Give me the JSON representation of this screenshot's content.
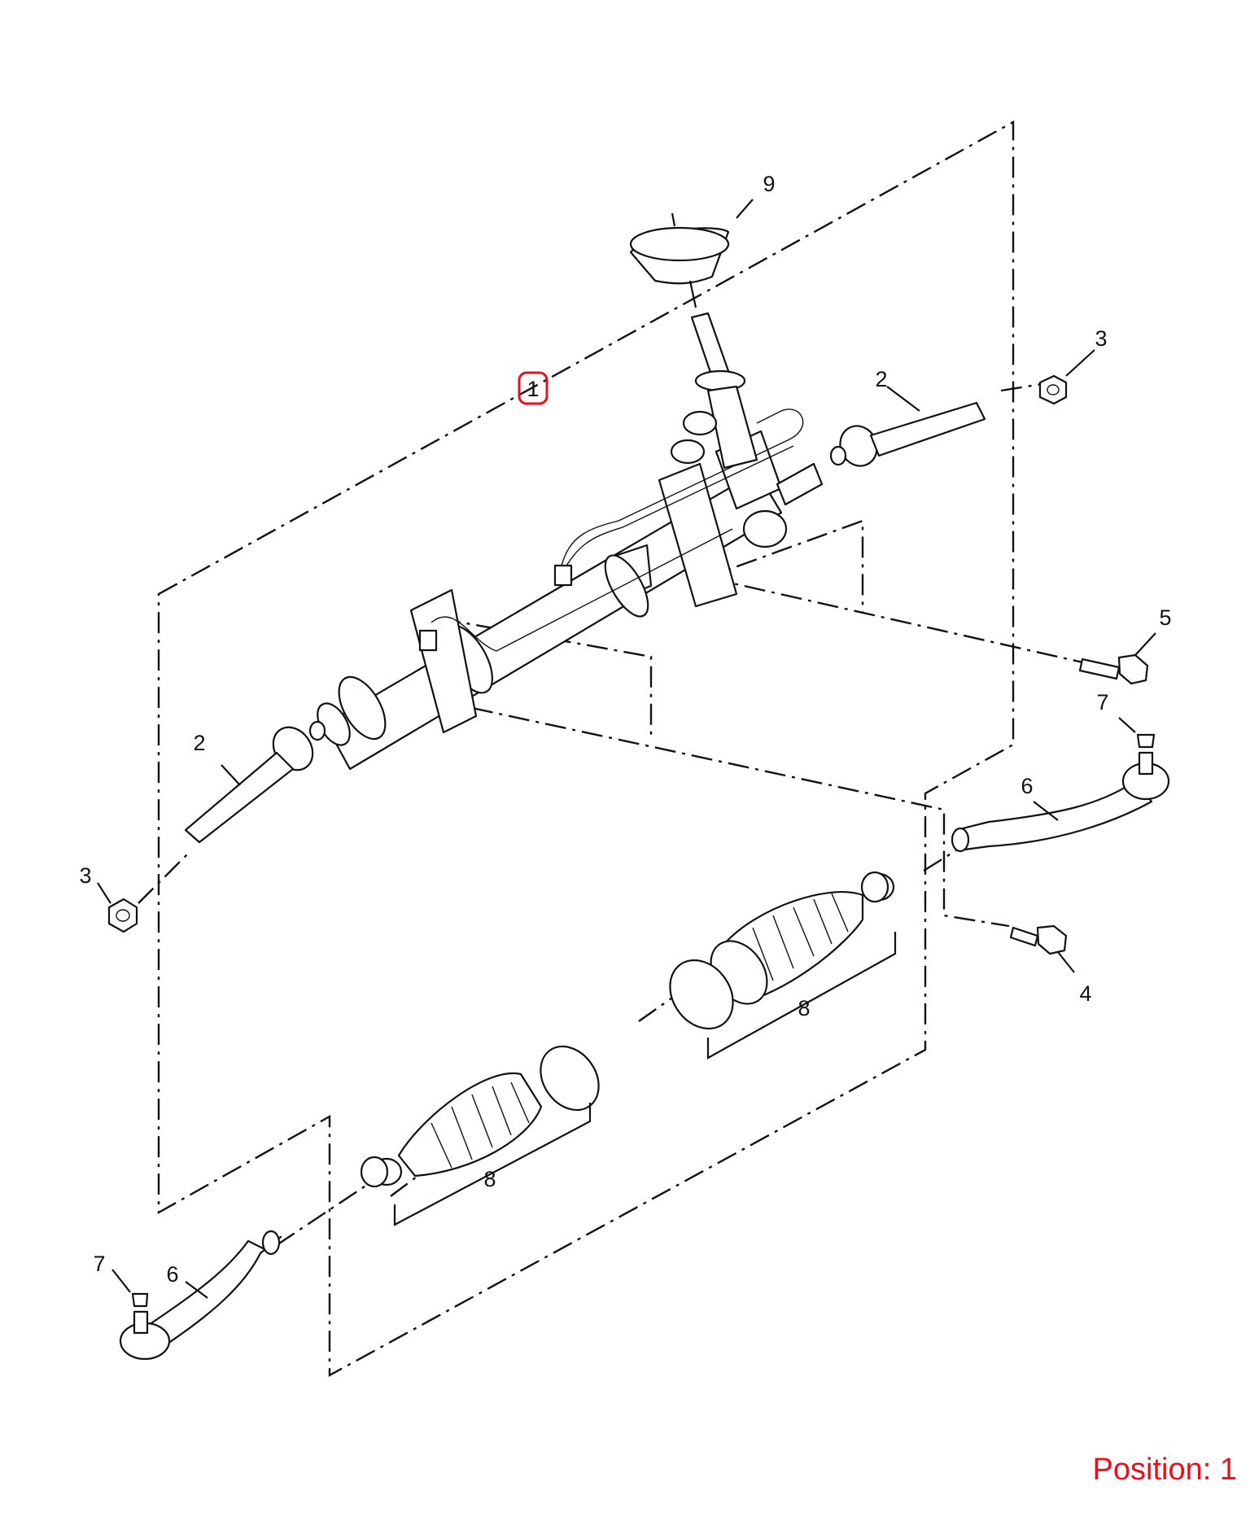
{
  "callouts": {
    "c1": "1",
    "c2_right": "2",
    "c2_left": "2",
    "c3_right": "3",
    "c3_left": "3",
    "c4": "4",
    "c5": "5",
    "c6_right": "6",
    "c6_left": "6",
    "c7_right": "7",
    "c7_left": "7",
    "c8_upper": "8",
    "c8_lower": "8",
    "c9": "9"
  },
  "position_label": "Position: 1",
  "colors": {
    "highlight": "#e8101a",
    "position_text": "#e8101a",
    "line": "#111111"
  }
}
